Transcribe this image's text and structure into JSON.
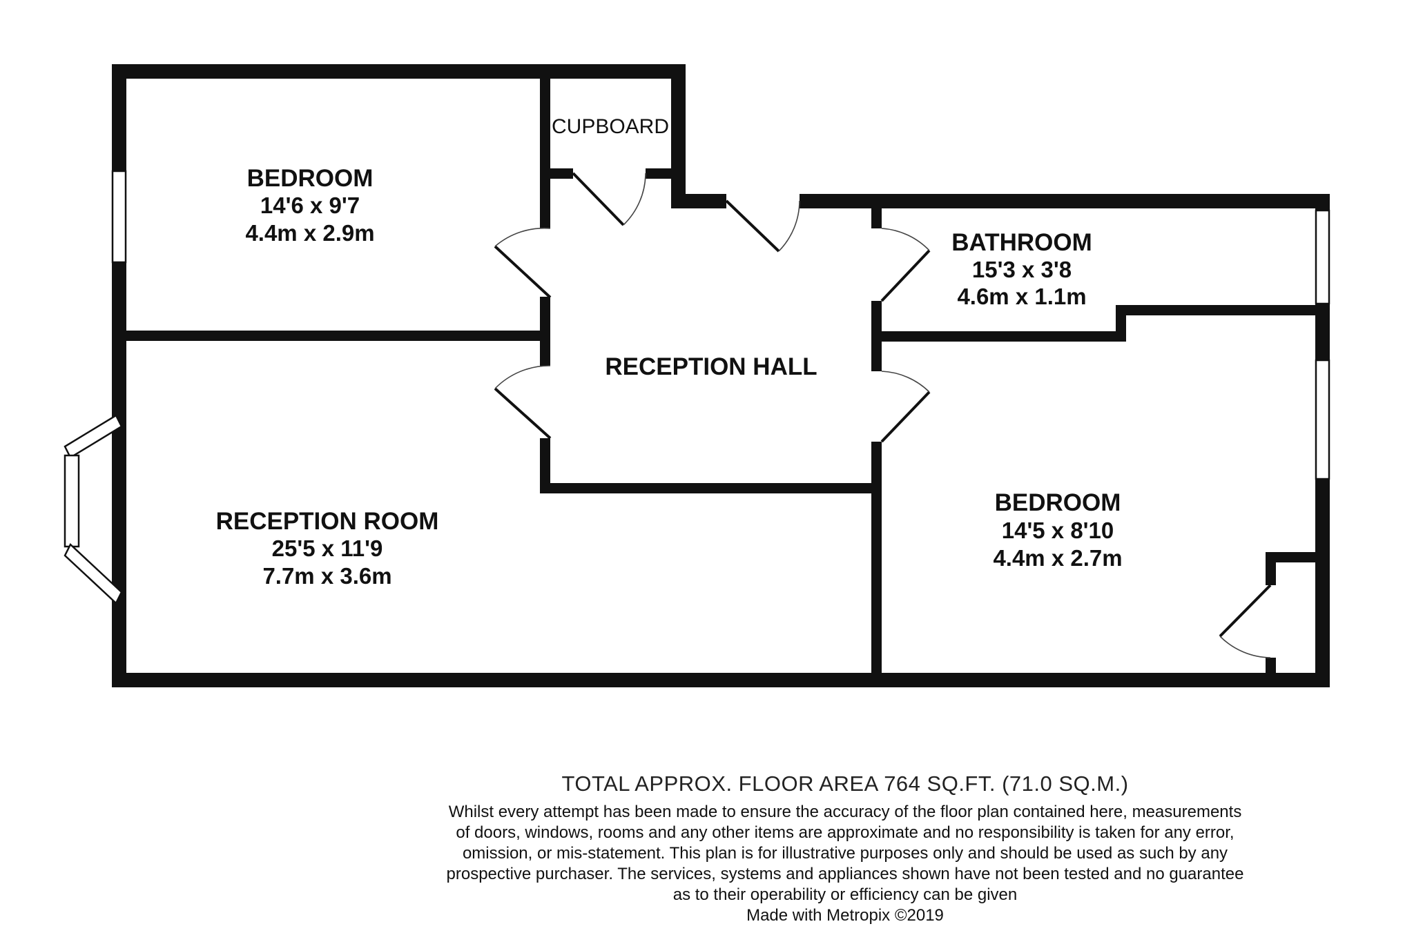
{
  "rooms": {
    "bedroom_1": {
      "name": "BEDROOM",
      "dim_imperial": "14'6 x 9'7",
      "dim_metric": "4.4m x 2.9m"
    },
    "cupboard": {
      "name": "CUPBOARD"
    },
    "bathroom": {
      "name": "BATHROOM",
      "dim_imperial": "15'3 x 3'8",
      "dim_metric": "4.6m x 1.1m"
    },
    "reception_hall": {
      "name": "RECEPTION HALL"
    },
    "reception_room": {
      "name": "RECEPTION ROOM",
      "dim_imperial": "25'5 x 11'9",
      "dim_metric": "7.7m x 3.6m"
    },
    "bedroom_2": {
      "name": "BEDROOM",
      "dim_imperial": "14'5 x 8'10",
      "dim_metric": "4.4m x 2.7m"
    }
  },
  "footer": {
    "total_area": "TOTAL APPROX. FLOOR AREA 764 SQ.FT. (71.0 SQ.M.)",
    "disclaimer": [
      "Whilst every attempt has been made to ensure the accuracy of the floor plan contained here, measurements",
      "of doors, windows, rooms and any other items are approximate and no responsibility is taken for any error,",
      "omission, or mis-statement. This plan is for illustrative purposes only and should be used as such by any",
      "prospective purchaser. The services, systems and appliances shown have not been tested and no guarantee",
      "as to their operability or efficiency can be given"
    ],
    "credit": "Made with Metropix ©2019"
  },
  "colors": {
    "wall": "#111111",
    "background": "#ffffff"
  }
}
